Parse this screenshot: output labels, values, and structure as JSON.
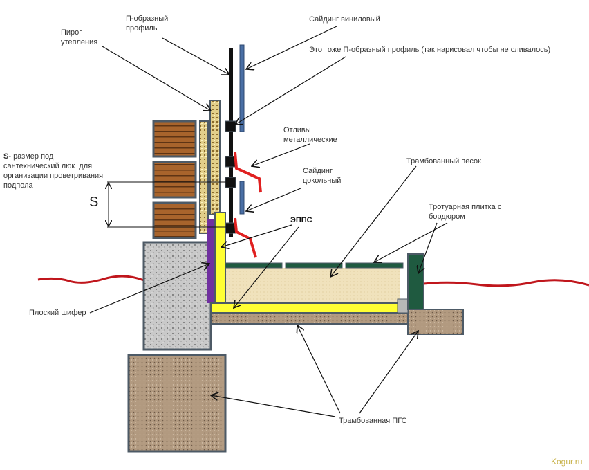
{
  "labels": {
    "p_profile": "П-образный\nпрофиль",
    "vinyl_siding": "Сайдинг виниловый",
    "insulation": "Пирог\nутепления",
    "p_profile_also": "Это тоже П-образный профиль (так нарисовал чтобы не сливалось)",
    "drips": "Отливы\nметаллические",
    "s_prefix": "S",
    "s_description": "- размер под\nсантехнический люк  для\nорганизации проветривания\nподпола",
    "s_mark": "S",
    "plinth_siding": "Сайдинг\nцокольный",
    "sand": "Трамбованный песок",
    "paving": "Тротуарная плитка с\nбордюром",
    "epps": "ЭППС",
    "slate": "Плоский шифер",
    "gravel": "Трамбованная ПГС",
    "watermark": "Kogur.ru"
  },
  "colors": {
    "siding": "#4a6fa5",
    "profile": "#111111",
    "drip": "#e02020",
    "epps": "#ffff33",
    "slate": "#7030a0",
    "sand": "#f0e2bc",
    "tile": "#1f5a40",
    "ground_line": "#c0161c",
    "wood": "#9a5a2a"
  }
}
